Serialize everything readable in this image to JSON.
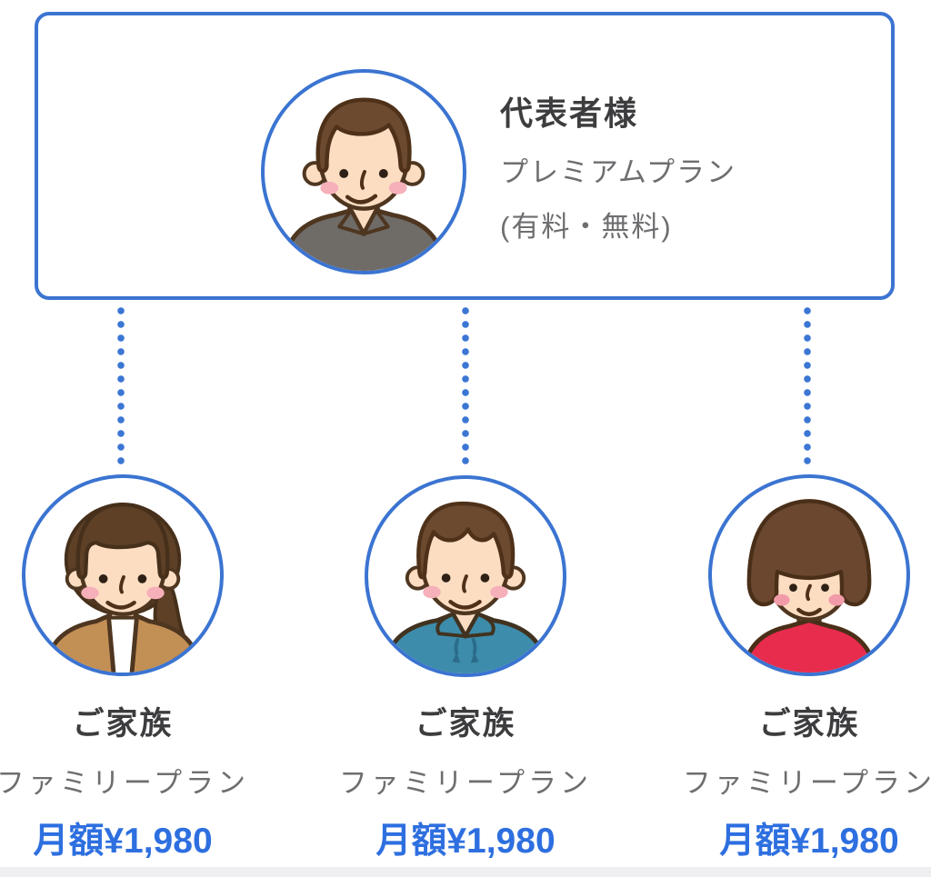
{
  "diagram_title": "family-plan-structure",
  "colors": {
    "accent_blue": "#3b74d1",
    "dot_blue": "#3b76d3",
    "price_blue": "#2e6fe0",
    "heading_text": "#3d3d3f",
    "secondary_text": "#6e6e71",
    "man_shirt_gray": "#6f6b67",
    "woman_cardigan_tan": "#c28f55",
    "boy_hoodie_teal": "#3d8cab",
    "girl_top_red": "#e72c4e",
    "skin": "#fcddc2",
    "hair_brown": "#6b4a30"
  },
  "representative": {
    "name": "代表者様",
    "plan": "プレミアムプラン",
    "plan_note": "(有料・無料)",
    "avatar": "man-illustration"
  },
  "members": [
    {
      "label": "ご家族",
      "plan": "ファミリープラン",
      "price": "月額¥1,980",
      "avatar": "woman-illustration"
    },
    {
      "label": "ご家族",
      "plan": "ファミリープラン",
      "price": "月額¥1,980",
      "avatar": "young-man-illustration"
    },
    {
      "label": "ご家族",
      "plan": "ファミリープラン",
      "price": "月額¥1,980",
      "avatar": "girl-illustration"
    }
  ]
}
